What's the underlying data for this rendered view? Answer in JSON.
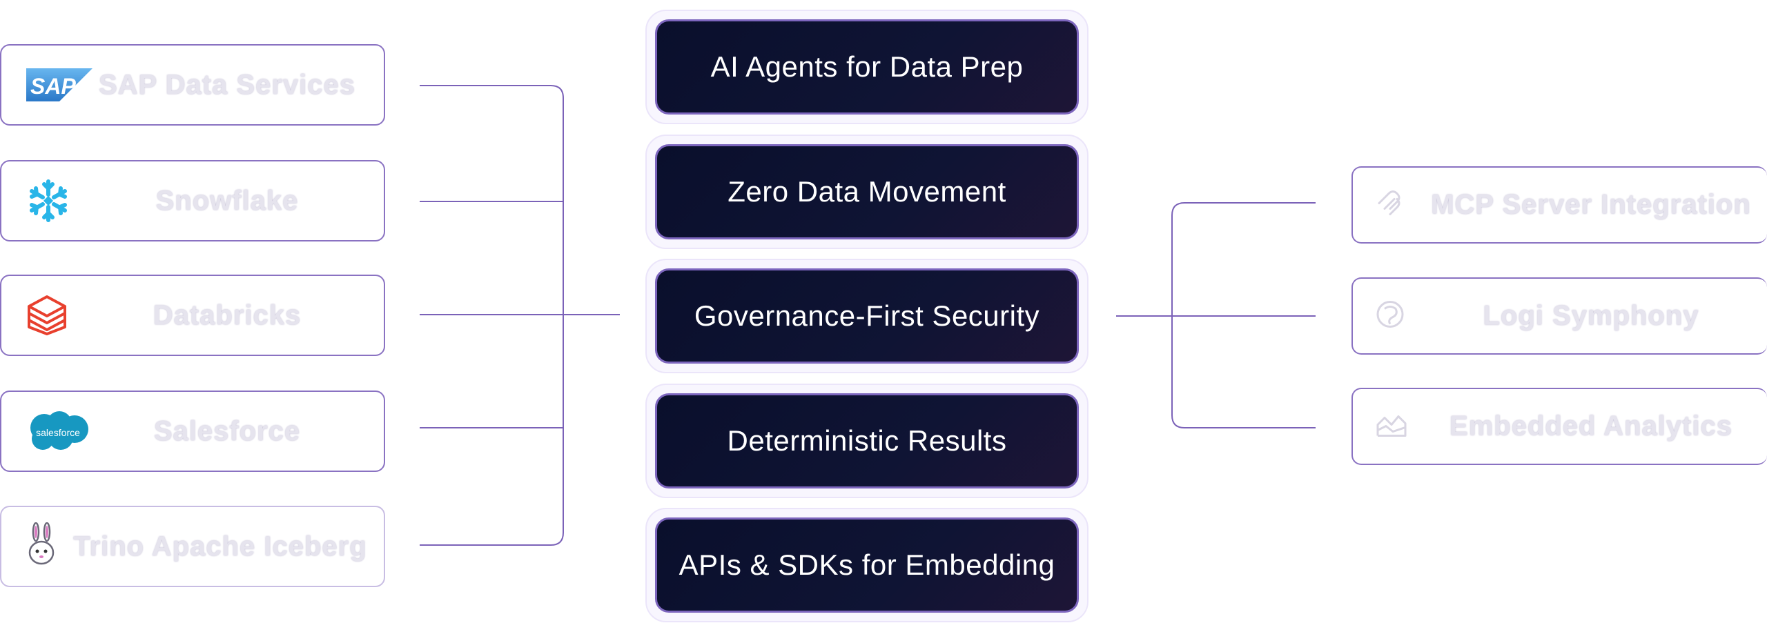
{
  "sources": [
    {
      "label": "SAP Data Services",
      "icon": "sap-logo-icon"
    },
    {
      "label": "Snowflake",
      "icon": "snowflake-logo-icon"
    },
    {
      "label": "Databricks",
      "icon": "databricks-logo-icon"
    },
    {
      "label": "Salesforce",
      "icon": "salesforce-logo-icon"
    },
    {
      "label": "Trino Apache Iceberg",
      "icon": "trino-bunny-logo-icon"
    }
  ],
  "sap_logo_text": "SAP",
  "salesforce_logo_text": "salesforce",
  "features": [
    {
      "label": "AI Agents for Data Prep"
    },
    {
      "label": "Zero Data Movement"
    },
    {
      "label": "Governance-First Security"
    },
    {
      "label": "Deterministic Results"
    },
    {
      "label": "APIs & SDKs for Embedding"
    }
  ],
  "outputs": [
    {
      "label": "MCP Server Integration",
      "icon": "mcp-logo-icon"
    },
    {
      "label": "Logi Symphony",
      "icon": "logi-symphony-logo-icon"
    },
    {
      "label": "Embedded Analytics",
      "icon": "chart-area-icon"
    }
  ],
  "colors": {
    "connector": "#7b62b8",
    "feature_bg": "#0a0f2c",
    "card_border": "#8a72c2",
    "faded_text": "#e6e4ee"
  }
}
